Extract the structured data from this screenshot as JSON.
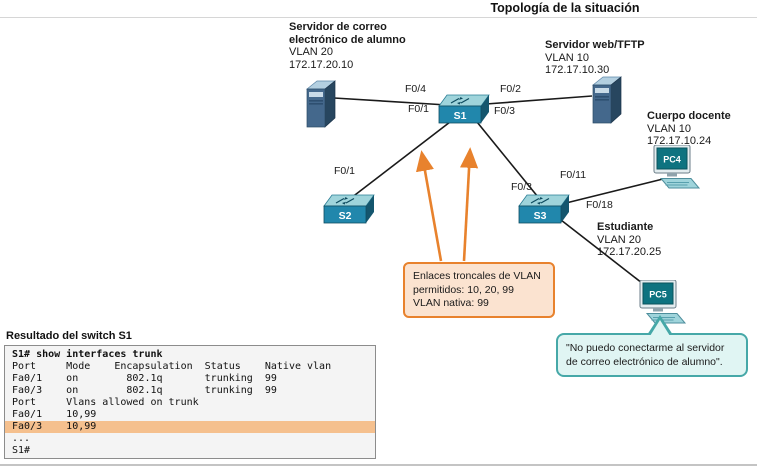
{
  "colors": {
    "trunk_callout_border": "#E8822D",
    "trunk_callout_fill": "#FBE3D0",
    "speech_border": "#46A8A8",
    "speech_fill": "#E0F5F3",
    "console_highlight": "#F5C08E",
    "switch_front": "#2187AC"
  },
  "header": {
    "title": "Topología de la situación"
  },
  "topology": {
    "mail_server": {
      "name": "Servidor de correo electrónico de alumno",
      "vlan": "VLAN 20",
      "ip": "172.17.20.10"
    },
    "web_server": {
      "name": "Servidor web/TFTP",
      "vlan": "VLAN 10",
      "ip": "172.17.10.30"
    },
    "faculty": {
      "name": "Cuerpo docente",
      "vlan": "VLAN 10",
      "ip": "172.17.10.24",
      "host": "PC4"
    },
    "student": {
      "name": "Estudiante",
      "vlan": "VLAN 20",
      "ip": "172.17.20.25",
      "host": "PC5"
    },
    "switches": {
      "s1": "S1",
      "s2": "S2",
      "s3": "S3"
    },
    "ports": {
      "s1_to_mail": "F0/4",
      "s1_to_web": "F0/2",
      "s1_to_s2": "F0/1",
      "s1_to_s3": "F0/3",
      "s2_uplink": "F0/1",
      "s3_to_pc4": "F0/11",
      "s3_uplink": "F0/3",
      "s3_to_pc5": "F0/18"
    },
    "trunk_callout": {
      "line1": "Enlaces troncales de VLAN",
      "line2": "permitidos: 10, 20, 99",
      "line3": "VLAN nativa: 99"
    },
    "speech_bubble": {
      "line1": "\"No puedo conectarme al servidor",
      "line2": "de correo electrónico de alumno\"."
    }
  },
  "console": {
    "heading": "Resultado del switch S1",
    "rows": [
      "S1# show interfaces trunk",
      "Port     Mode    Encapsulation  Status    Native vlan",
      "Fa0/1    on        802.1q       trunking  99",
      "Fa0/3    on        802.1q       trunking  99",
      "Port     Vlans allowed on trunk",
      "Fa0/1    10,99",
      "Fa0/3    10,99",
      "...",
      "S1#"
    ]
  }
}
